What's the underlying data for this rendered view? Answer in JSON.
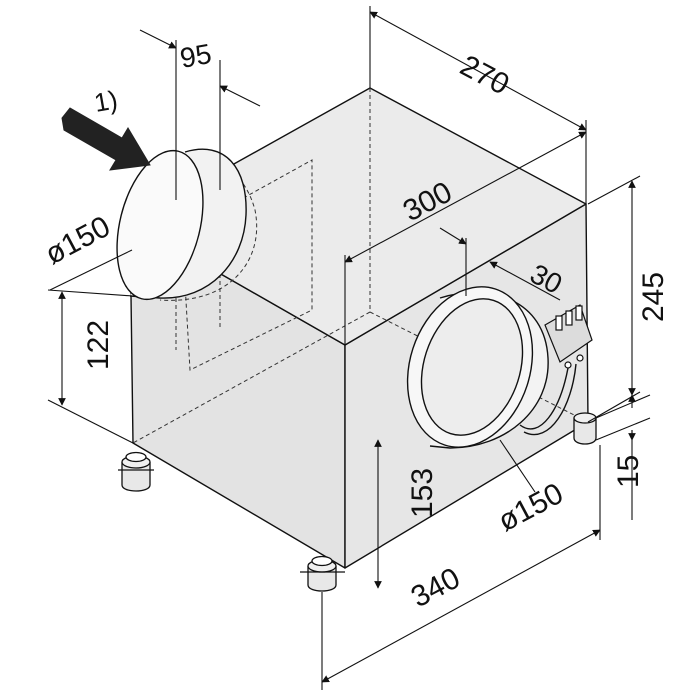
{
  "figure": {
    "dimensions": {
      "intake_offset": "95",
      "depth": "270",
      "width": "300",
      "outlet_offset": "30",
      "height": "245",
      "intake_diameter": "ø150",
      "intake_height": "122",
      "outlet_height": "153",
      "outlet_diameter": "ø150",
      "foot_height": "15",
      "total_width": "340"
    },
    "airflow_note": "1)"
  },
  "colors": {
    "box_face": "#e4e4e4",
    "box_top": "#e9e9e9",
    "line": "#111111",
    "arrow": "#222222"
  }
}
